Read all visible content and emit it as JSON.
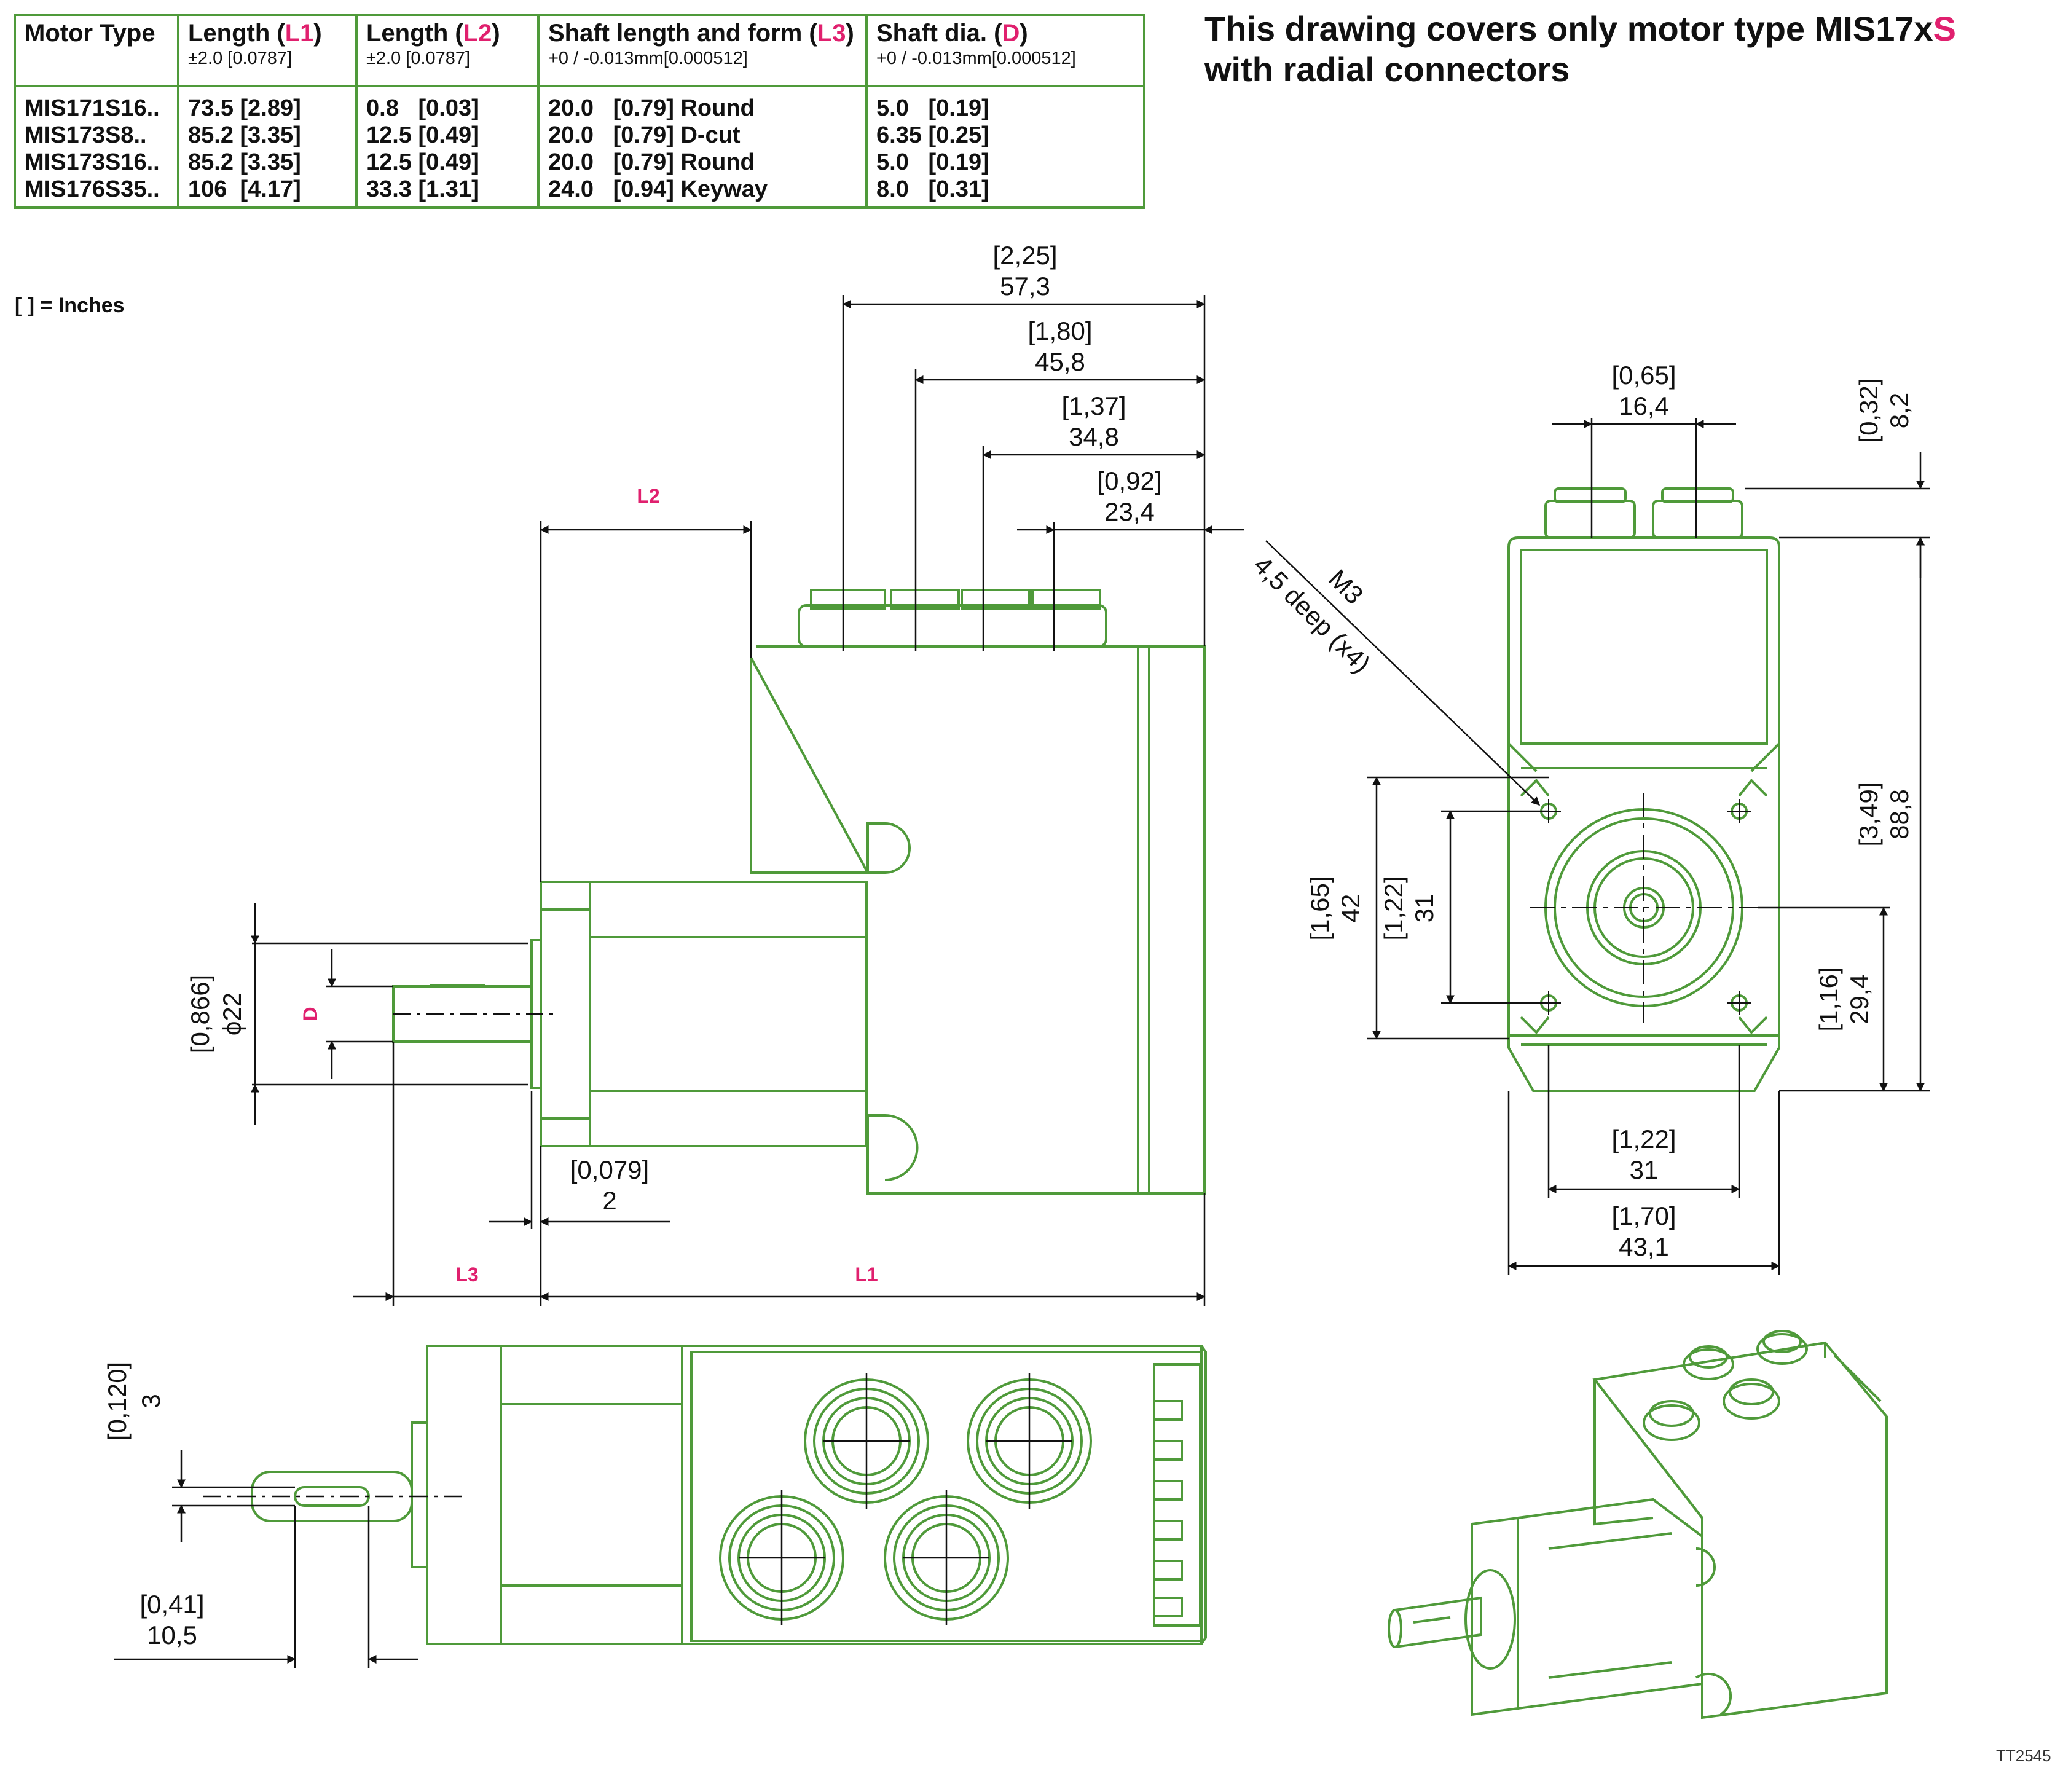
{
  "table": {
    "headers": [
      {
        "label_pre": "Motor Type",
        "label_code": "",
        "label_post": "",
        "sub": ""
      },
      {
        "label_pre": "Length (",
        "label_code": "L1",
        "label_post": ")",
        "sub": "±2.0 [0.0787]"
      },
      {
        "label_pre": "Length (",
        "label_code": "L2",
        "label_post": ")",
        "sub": "±2.0 [0.0787]"
      },
      {
        "label_pre": "Shaft length and form (",
        "label_code": "L3",
        "label_post": ")",
        "sub": "+0 / -0.013mm[0.000512]"
      },
      {
        "label_pre": "Shaft dia. (",
        "label_code": "D",
        "label_post": ")",
        "sub": "+0 / -0.013mm[0.000512]"
      }
    ],
    "rows": [
      [
        "MIS171S16..",
        "73.5 [2.89]",
        "0.8   [0.03]",
        "20.0   [0.79] Round",
        "5.0   [0.19]"
      ],
      [
        "MIS173S8..",
        "85.2 [3.35]",
        "12.5 [0.49]",
        "20.0   [0.79] D-cut",
        "6.35 [0.25]"
      ],
      [
        "MIS173S16..",
        "85.2 [3.35]",
        "12.5 [0.49]",
        "20.0   [0.79] Round",
        "5.0   [0.19]"
      ],
      [
        "MIS176S35..",
        "106  [4.17]",
        "33.3 [1.31]",
        "24.0   [0.94] Keyway",
        "8.0   [0.31]"
      ]
    ]
  },
  "title": {
    "line1_pre": "This drawing covers only motor type MIS17x",
    "line1_highlight": "S",
    "line2": "with radial connectors"
  },
  "units_note": "[ ] = Inches",
  "figure_code": "TT2545",
  "side_view": {
    "dims": [
      {
        "inch": "[2,25]",
        "mm": "57,3"
      },
      {
        "inch": "[1,80]",
        "mm": "45,8"
      },
      {
        "inch": "[1,37]",
        "mm": "34,8"
      },
      {
        "inch": "[0,92]",
        "mm": "23,4"
      },
      {
        "inch": "[0,079]",
        "mm": "2"
      },
      {
        "inch": "[0,866]",
        "mm": "ϕ22"
      }
    ],
    "labels": {
      "l1": "L1",
      "l2": "L2",
      "l3": "L3",
      "d": "D"
    }
  },
  "front_view": {
    "thread_note": {
      "line1": "M3",
      "line2": "4,5 deep (x4)"
    },
    "dims": [
      {
        "inch": "[0,65]",
        "mm": "16,4"
      },
      {
        "inch": "[0,32]",
        "mm": "8,2"
      },
      {
        "inch": "[3,49]",
        "mm": "88,8"
      },
      {
        "inch": "[1,65]",
        "mm": "42"
      },
      {
        "inch": "[1,22]",
        "mm": "31"
      },
      {
        "inch": "[1,16]",
        "mm": "29,4"
      },
      {
        "inch": "[1,22]",
        "mm": "31"
      },
      {
        "inch": "[1,70]",
        "mm": "43,1"
      }
    ]
  },
  "top_view": {
    "dims": [
      {
        "inch": "[0,120]",
        "mm": "3"
      },
      {
        "inch": "[0,41]",
        "mm": "10,5"
      }
    ]
  },
  "colors": {
    "outline": "#4f9a3a",
    "highlight": "#e0206e",
    "dimension": "#111111"
  }
}
